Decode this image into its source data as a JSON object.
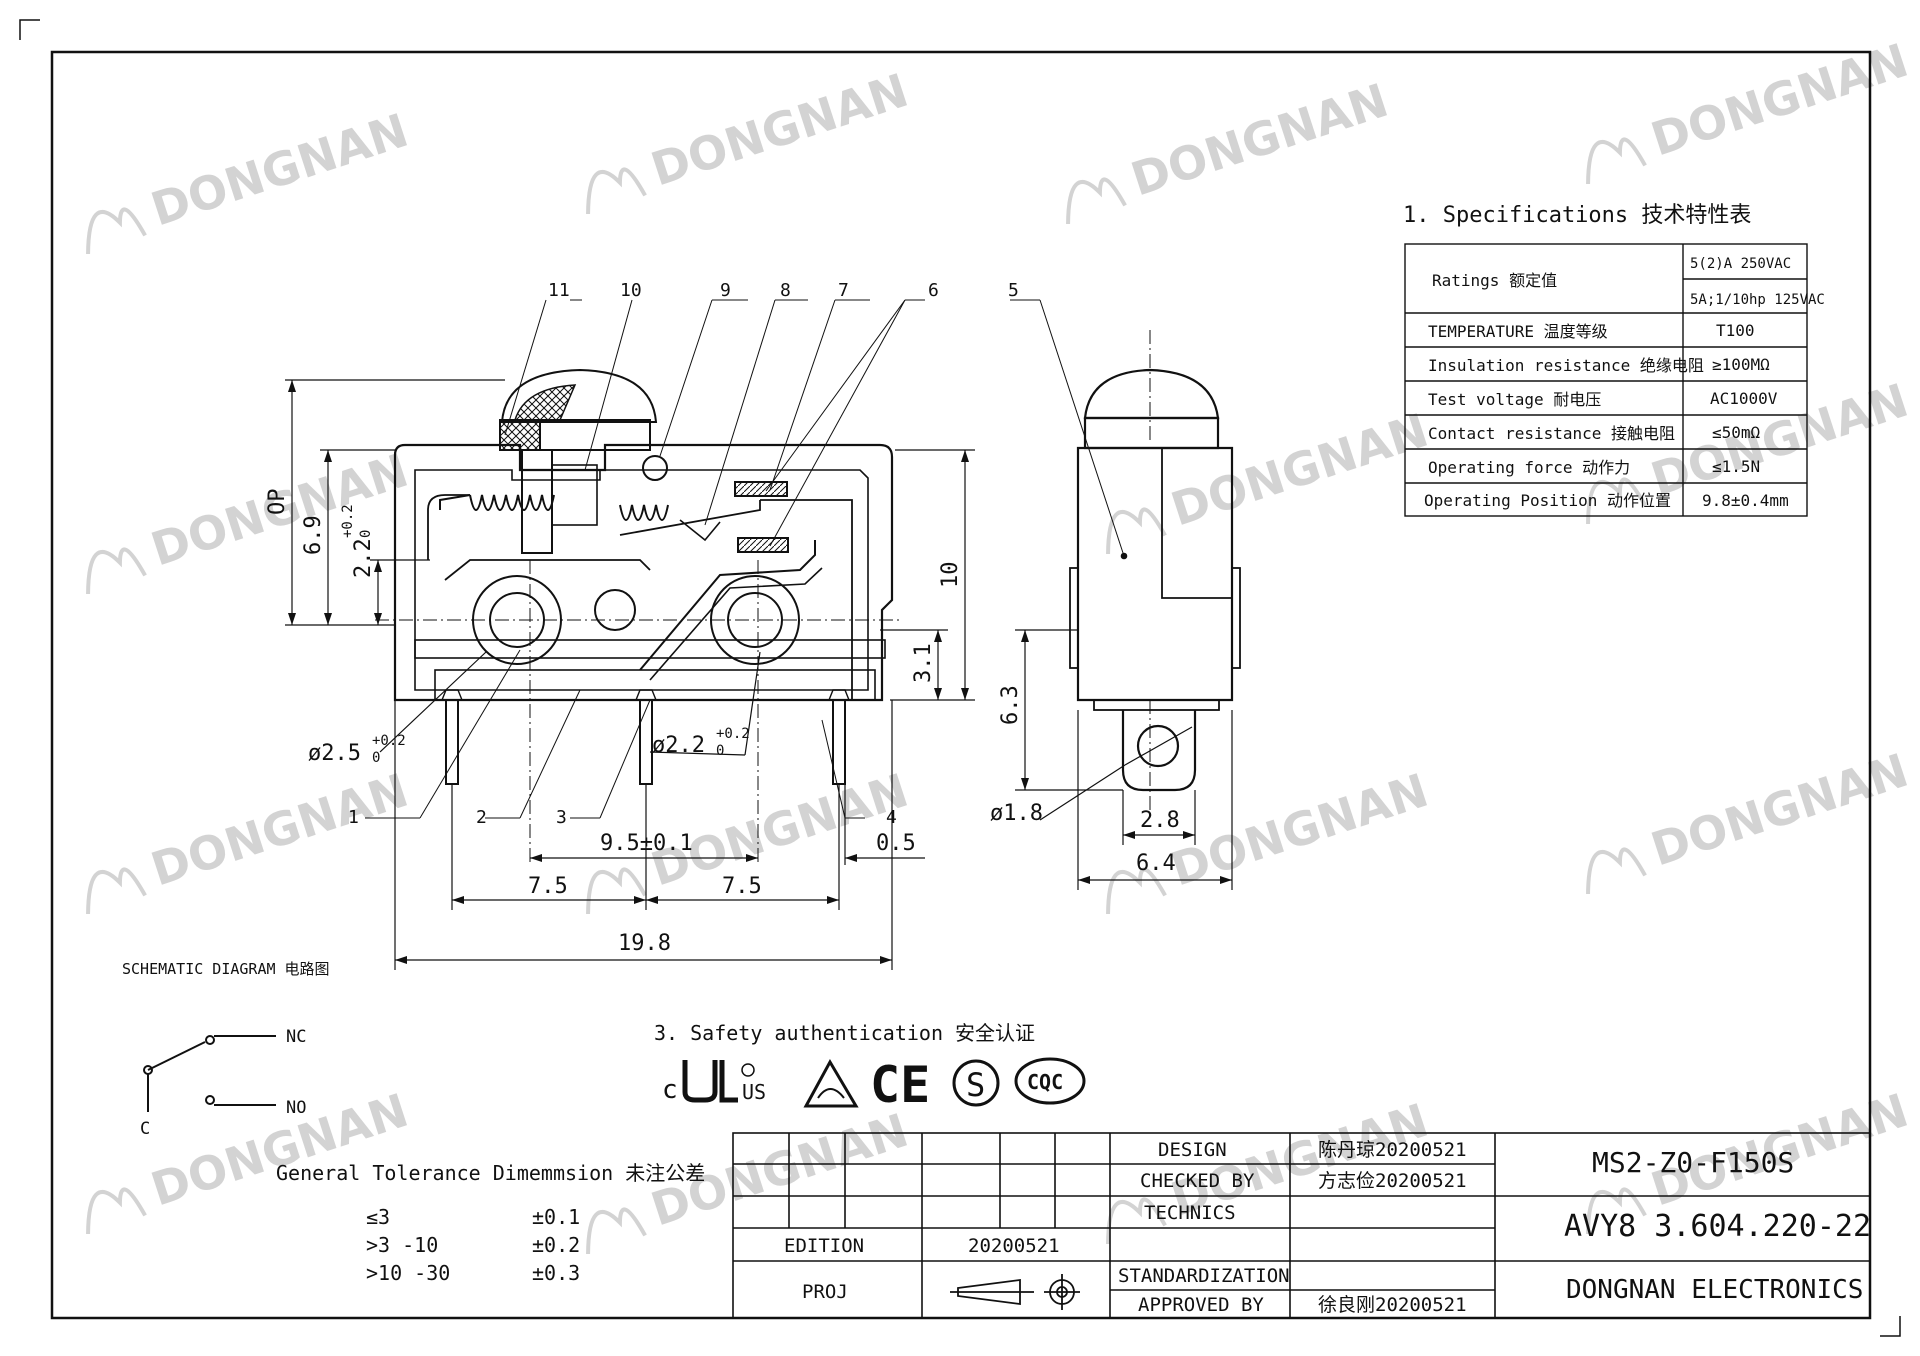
{
  "watermark": {
    "text": "DONGNAN"
  },
  "specifications": {
    "heading": "1. Specifications  技术特性表",
    "rows": [
      {
        "label": "Ratings 额定值",
        "value": "5(2)A 250VAC",
        "value2": "5A;1/10hp 125VAC"
      },
      {
        "label": "TEMPERATURE 温度等级",
        "value": "T100"
      },
      {
        "label": "Insulation resistance 绝缘电阻",
        "value": "≥100MΩ"
      },
      {
        "label": "Test voltage 耐电压",
        "value": "AC1000V"
      },
      {
        "label": "Contact resistance 接触电阻",
        "value": "≤50mΩ"
      },
      {
        "label": "Operating force 动作力",
        "value": "≤1.5N"
      },
      {
        "label": "Operating Position 动作位置",
        "value": "9.8±0.4mm"
      }
    ]
  },
  "callouts": [
    "11",
    "10",
    "9",
    "8",
    "7",
    "6",
    "5",
    "1",
    "2",
    "3",
    "4"
  ],
  "dimensions": {
    "op": "OP",
    "d69": "6.9",
    "d22": "2.2",
    "d22_tol": [
      "+0.2",
      "0"
    ],
    "d10": "10",
    "d31": "3.1",
    "d63": "6.3",
    "hole_a": "ø2.5",
    "hole_a_tol": [
      "+0.2",
      "0"
    ],
    "hole_b": "ø2.2",
    "hole_b_tol": [
      "+0.2",
      "0"
    ],
    "d95": "9.5±0.1",
    "d05": "0.5",
    "d75a": "7.5",
    "d75b": "7.5",
    "d198": "19.8",
    "d18": "ø1.8",
    "d28": "2.8",
    "d64": "6.4"
  },
  "schematic": {
    "title": "SCHEMATIC DIAGRAM 电路图",
    "nc": "NC",
    "no": "NO",
    "c": "C"
  },
  "safety": {
    "title": "3. Safety authentication  安全认证",
    "ul_c": "c",
    "ul_us": "US",
    "ce": "CE",
    "s": "S",
    "cqc": "CQC"
  },
  "tolerance": {
    "title": "General Tolerance Dimemmsion 未注公差",
    "rows": [
      {
        "range": "≤3",
        "tol": "±0.1"
      },
      {
        "range": ">3 -10",
        "tol": "±0.2"
      },
      {
        "range": ">10 -30",
        "tol": "±0.3"
      }
    ]
  },
  "title_block": {
    "design_label": "DESIGN",
    "design_value": "陈丹琼20200521",
    "checked_label": "CHECKED BY",
    "checked_value": "方志俭20200521",
    "technics_label": "TECHNICS",
    "edition_label": "EDITION",
    "edition_value": "20200521",
    "proj_label": "PROJ",
    "standard_label": "STANDARDIZATION",
    "approved_label": "APPROVED BY",
    "approved_value": "徐良刚20200521",
    "model": "MS2-Z0-F150S",
    "drawing_no": "AVY8 3.604.220-22",
    "company": "DONGNAN ELECTRONICS"
  }
}
